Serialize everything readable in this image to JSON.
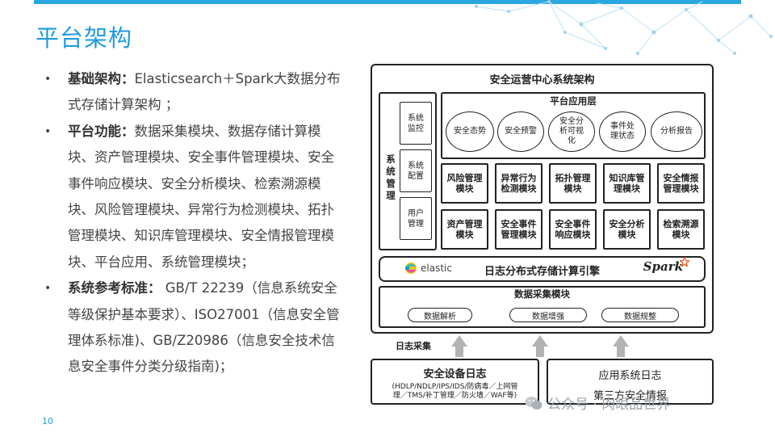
{
  "header": {
    "title": "平台架构",
    "accent_color": "#1f9ae0"
  },
  "bullets": [
    {
      "label": "基础架构：",
      "text": "Elasticsearch＋Spark大数据分布式存储计算架构 ；"
    },
    {
      "label": "平台功能：",
      "text": "数据采集模块、数据存储计算模块、资产管理模块、安全事件管理模块、安全事件响应模块、安全分析模块、检索溯源模块、风险管理模块、异常行为检测模块、拓扑管理模块、知识库管理模块、安全情报管理模块、平台应用、系统管理模块；"
    },
    {
      "label": "系统参考标准：",
      "text": " GB/T 22239（信息系统安全等级保护基本要求）、ISO27001（信息安全管理体系标准)、GB/Z20986（信息安全技术信息安全事件分类分级指南)；"
    }
  ],
  "page_number": "10",
  "diagram": {
    "title": "安全运营中心系统架构",
    "system_management": {
      "label": "系统管理",
      "items": [
        "系统监控",
        "系统配置",
        "用户管理"
      ]
    },
    "app_layer": {
      "title": "平台应用层",
      "items": [
        "安全态势",
        "安全预警",
        "安全分析可视化",
        "事件处理状态",
        "分析报告"
      ]
    },
    "modules_row1": [
      "风险管理模块",
      "异常行为检测模块",
      "拓扑管理模块",
      "知识库管理模块",
      "安全情报管理模块"
    ],
    "modules_row2": [
      "资产管理模块",
      "安全事件管理模块",
      "安全事件响应模块",
      "安全分析模块",
      "检索溯源模块"
    ],
    "engine": {
      "elastic_label": "elastic",
      "title": "日志分布式存储计算引擎",
      "spark_label": "Spark"
    },
    "collect": {
      "title": "数据采集模块",
      "items": [
        "数据解析",
        "数据增强",
        "数据规整"
      ]
    }
  },
  "log_collect_label": "日志采集",
  "security_device_logs": {
    "title": "安全设备日志",
    "detail_line1": "(HDLP/NDLP/IPS/IDS/防病毒／上网管",
    "detail_line2": "理／TMS/补丁管理／防火墙／WAF等)"
  },
  "app_system_logs": {
    "title": "应用系统日志",
    "subtitle": "第三方安全情报"
  },
  "watermark": {
    "text": "公众号 · 肉眼品世界"
  }
}
